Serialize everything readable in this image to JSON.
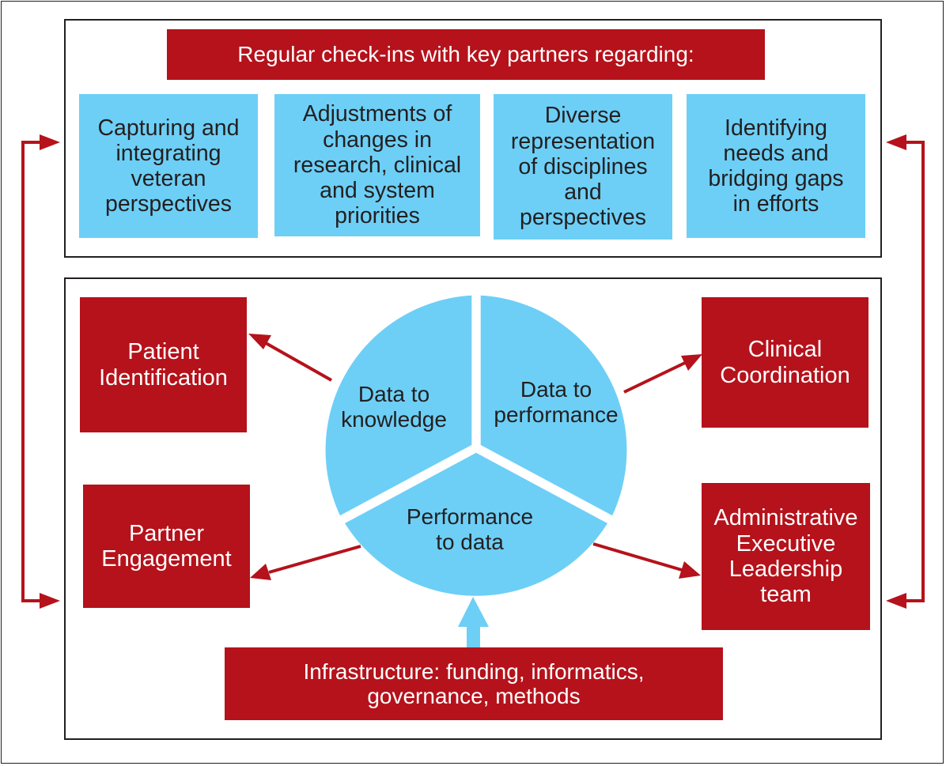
{
  "header": {
    "label": "Regular check-ins with key partners regarding:"
  },
  "checkins": [
    {
      "label": "Capturing and\nintegrating\nveteran\nperspectives"
    },
    {
      "label": "Adjustments of\nchanges in\nresearch, clinical\nand system\npriorities"
    },
    {
      "label": "Diverse\nrepresentation\nof disciplines\nand\nperspectives"
    },
    {
      "label": "Identifying\nneeds and\nbridging gaps\nin efforts"
    }
  ],
  "cycle": {
    "segments": [
      {
        "label": "Data to\nknowledge"
      },
      {
        "label": "Data to\nperformance"
      },
      {
        "label": "Performance\nto data"
      }
    ]
  },
  "outcomes": {
    "patient_identification": "Patient\nIdentification",
    "clinical_coordination": "Clinical\nCoordination",
    "partner_engagement": "Partner\nEngagement",
    "administrative_team": "Administrative\nExecutive\nLeadership\nteam"
  },
  "infrastructure": {
    "label": "Infrastructure: funding, informatics,\ngovernance, methods"
  },
  "colors": {
    "red": "#b5121b",
    "blue": "#6dcff6",
    "outline": "#231f20"
  }
}
